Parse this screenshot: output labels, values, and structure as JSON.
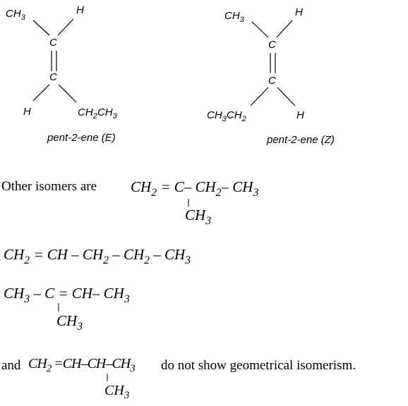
{
  "structures": {
    "e": {
      "top_left": "CH3",
      "top_right": "H",
      "carbon1": "C",
      "carbon2": "C",
      "bottom_left": "H",
      "bottom_right": "CH2CH3",
      "caption": "pent-2-ene (E)"
    },
    "z": {
      "top_left": "CH3",
      "top_right": "H",
      "carbon1": "C",
      "carbon2": "C",
      "bottom_left": "CH3CH2",
      "bottom_right": "H",
      "caption": "pent-2-ene (Z)"
    }
  },
  "text": {
    "other_isomers": "Other isomers are",
    "and": "and",
    "no_geo": "do not show geometrical isomerism."
  },
  "formulas": {
    "f1_main": "CH2 = C– CH2– CH3",
    "f1_branch": "CH3",
    "f2": "CH2 = CH – CH2 – CH2 – CH3",
    "f3_main": "CH3 – C = CH– CH3",
    "f3_branch": "CH3",
    "f4_main": "CH2 =CH–CH–CH3",
    "f4_branch": "CH3"
  }
}
